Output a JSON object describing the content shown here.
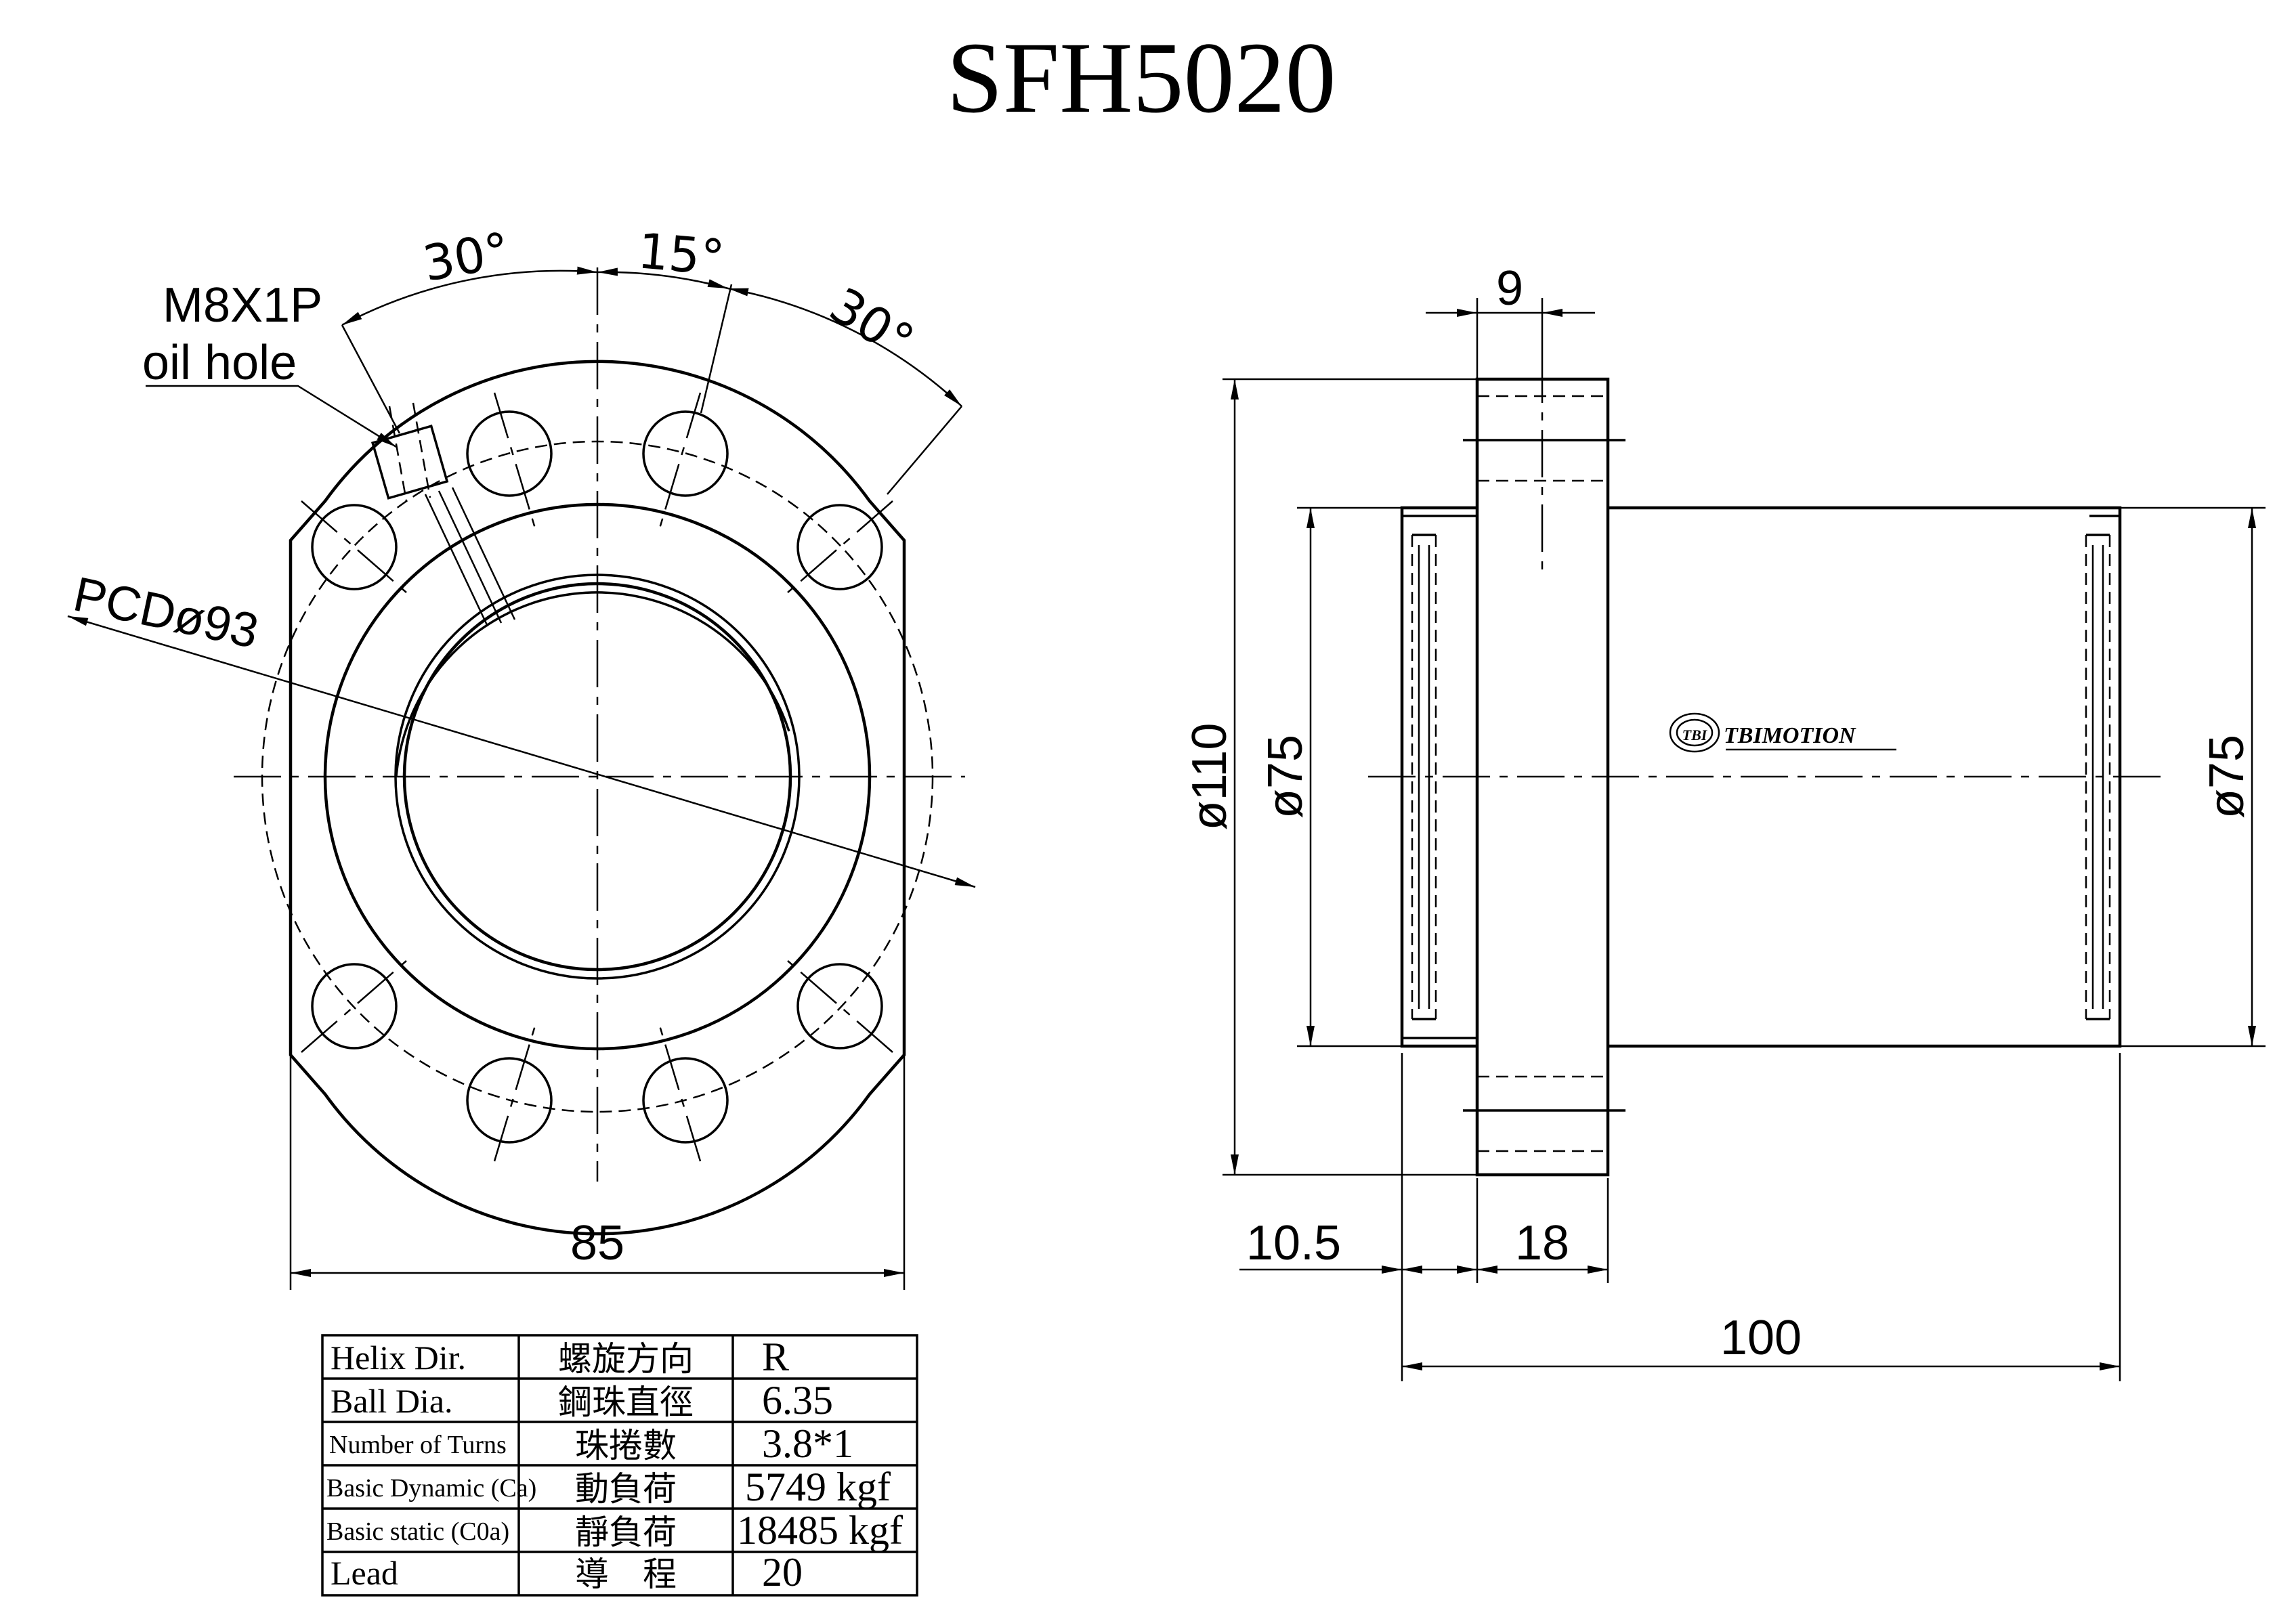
{
  "title": "SFH5020",
  "front_view": {
    "angle_left": "30°",
    "angle_top": "15°",
    "angle_right": "30°",
    "oil_hole_thread": "M8X1P",
    "oil_hole_label": "oil hole",
    "pcd_label": "PCDø93",
    "width_dim": "85"
  },
  "side_view": {
    "flange_hole_dim": "9",
    "flange_dia_dim": "ø110",
    "body_dia_dim_left": "ø75",
    "body_dia_dim_right": "ø75",
    "offset_dim": "10.5",
    "flange_thickness_dim": "18",
    "length_dim": "100",
    "logo_mark": "TBI",
    "logo_text": "TBIMOTION"
  },
  "spec_table": [
    {
      "en": "Helix  Dir.",
      "zh": "螺旋方向",
      "value": "R"
    },
    {
      "en": "Ball Dia.",
      "zh": "鋼珠直徑",
      "value": "6.35"
    },
    {
      "en": "Number of Turns",
      "zh": "珠捲數",
      "value": "3.8*1"
    },
    {
      "en": "Basic Dynamic (Ca)",
      "zh": "動負荷",
      "value": "5749 kgf"
    },
    {
      "en": "Basic static (C0a)",
      "zh": "靜負荷",
      "value": "18485 kgf"
    },
    {
      "en": "Lead",
      "zh": "導　程",
      "value": "20"
    }
  ]
}
